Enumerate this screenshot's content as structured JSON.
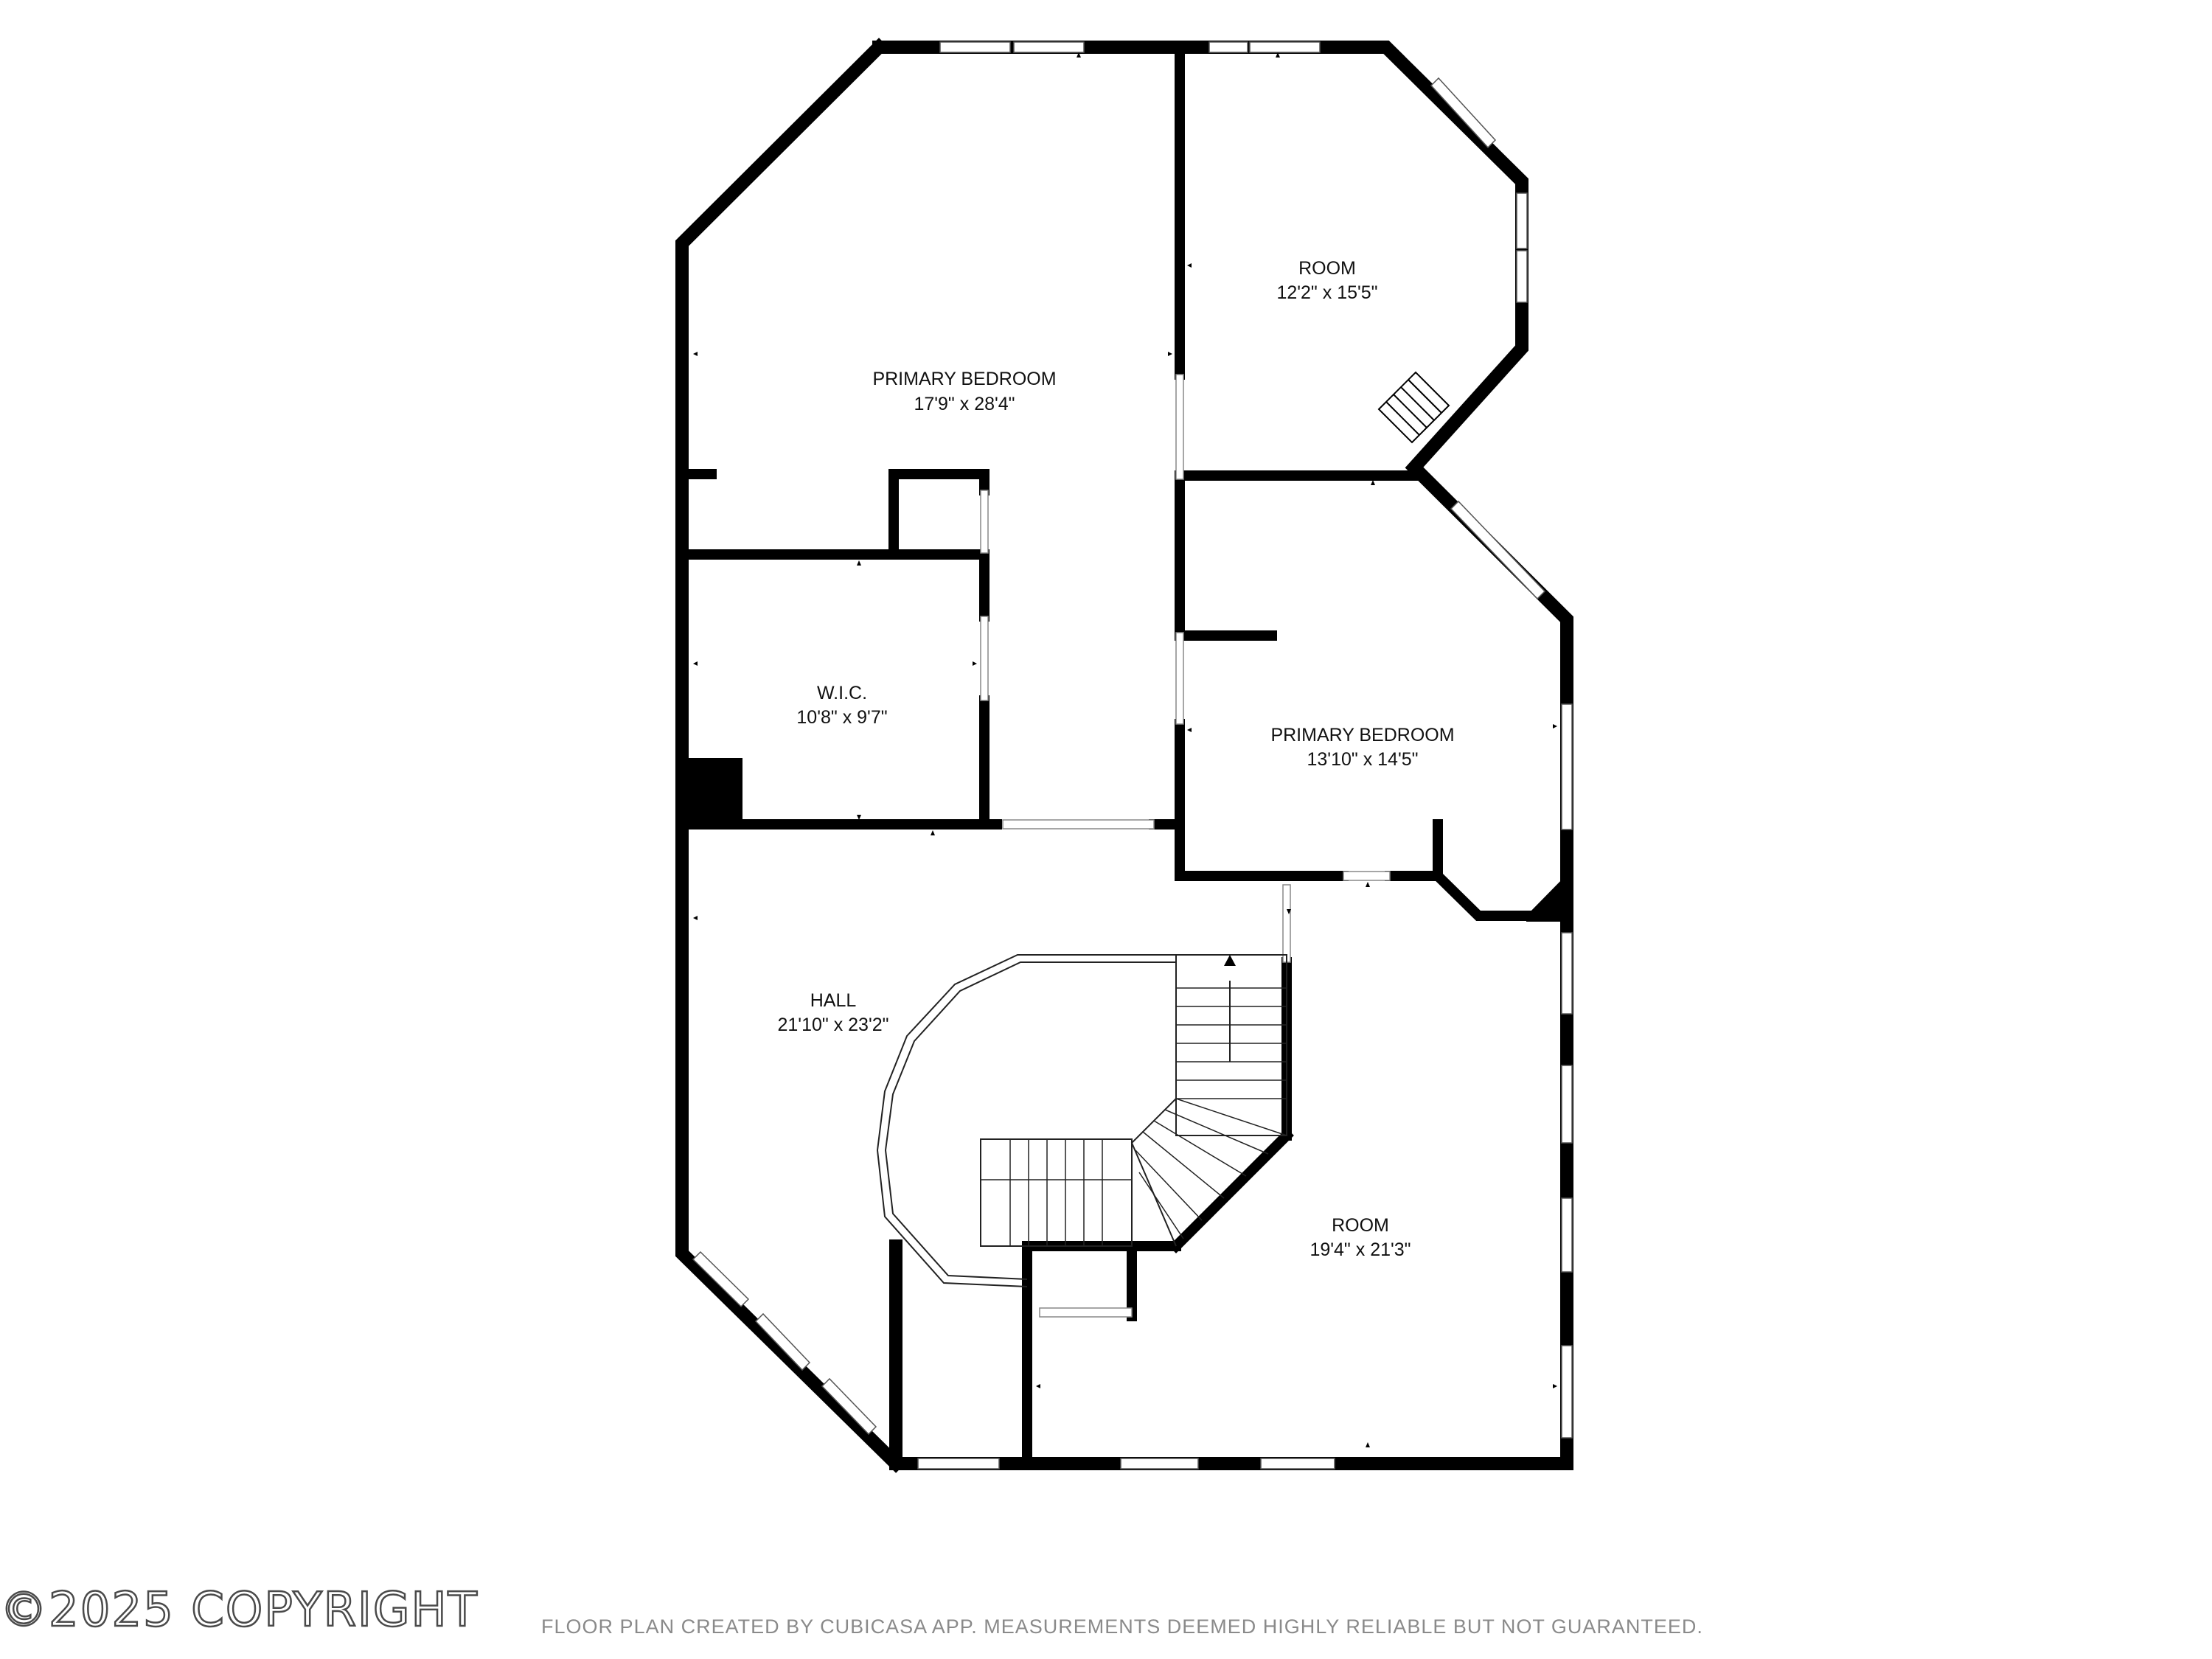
{
  "rooms": {
    "room_upper": {
      "name": "ROOM",
      "size": "12'2\" x 15'5\""
    },
    "primary_bedroom_upper": {
      "name": "PRIMARY BEDROOM",
      "size": "17'9\" x 28'4\""
    },
    "wic": {
      "name": "W.I.C.",
      "size": "10'8\" x 9'7\""
    },
    "primary_bedroom_lower": {
      "name": "PRIMARY BEDROOM",
      "size": "13'10\" x 14'5\""
    },
    "hall": {
      "name": "HALL",
      "size": "21'10\" x 23'2\""
    },
    "room_lower": {
      "name": "ROOM",
      "size": "19'4\" x 21'3\""
    }
  },
  "footer": {
    "copyright": "©2025 COPYRIGHT",
    "disclaimer": "FLOOR PLAN CREATED BY CUBICASA APP. MEASUREMENTS DEEMED HIGHLY RELIABLE BUT NOT GUARANTEED."
  },
  "colors": {
    "wall": "#000000",
    "window": "#ffffff",
    "window_line": "#555555",
    "text": "#111111",
    "footer_text": "#8a8a8a"
  }
}
